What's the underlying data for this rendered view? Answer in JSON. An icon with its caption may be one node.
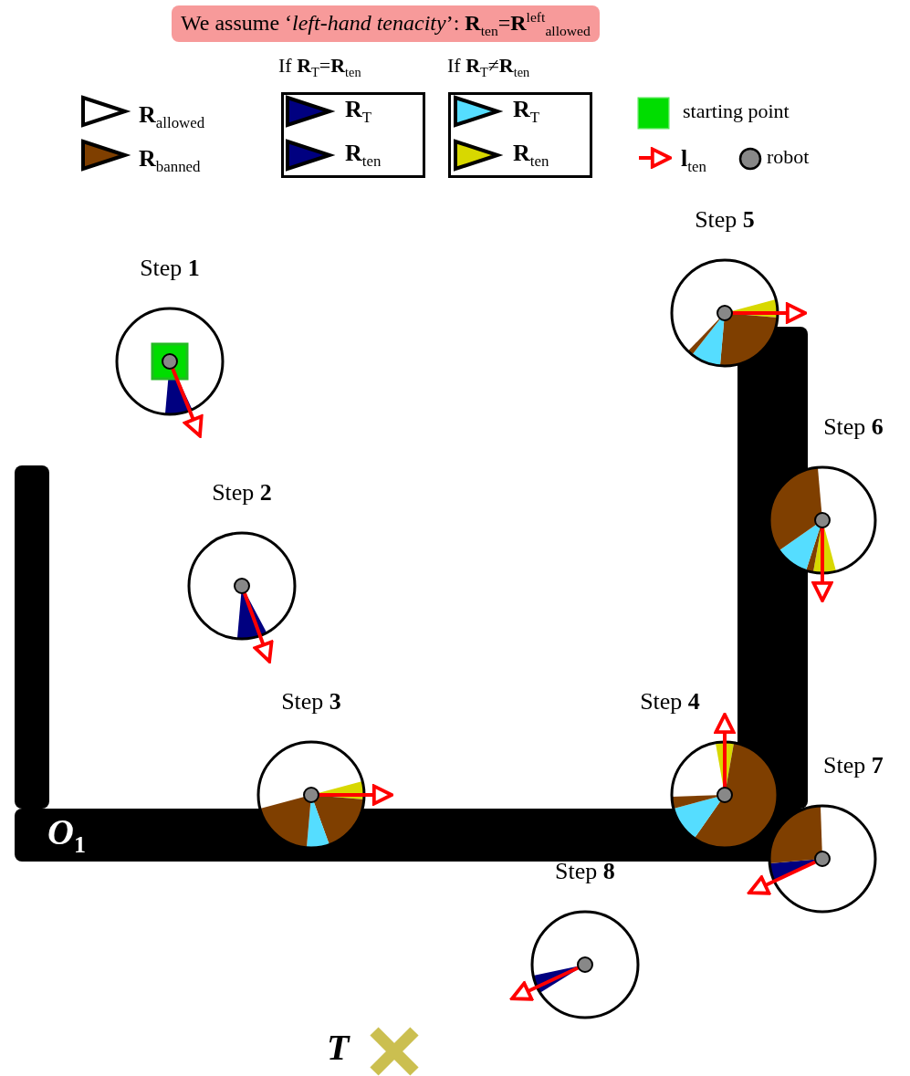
{
  "diagram": {
    "title": "We assume ‘*left-hand tenacity*’: **R**$_{ten}$=**R**$^{left}$$_{allowed}$",
    "nodes": [
      {
        "text": [
          "*O*$_{1}$"
        ]
      },
      {
        "text": [
          "Step **1**"
        ]
      },
      {
        "text": [
          "Step **2**"
        ]
      },
      {
        "text": [
          "Step **3**"
        ]
      },
      {
        "text": [
          "Step **4**"
        ]
      },
      {
        "text": [
          "Step **5**"
        ]
      },
      {
        "text": [
          "Step **6**"
        ]
      },
      {
        "text": [
          "Step **7**"
        ]
      },
      {
        "text": [
          "Step **8**"
        ]
      },
      {
        "text": [],
        "shape": "bar"
      },
      {
        "text": [],
        "shape": "bar"
      }
    ],
    "edges": [],
    "labels": [
      "If **R**$_{T}$=**R**$_{ten}$",
      "If **R**$_{T}$≠**R**$_{ten}$",
      "T"
    ],
    "legend": [
      {
        "text": "**R**$_{allowed}$"
      },
      {
        "text": "**R**$_{banned}$",
        "color": "#7f3f00"
      },
      {
        "text": "**R**$_{T}$",
        "color": "#000080"
      },
      {
        "text": "**R**$_{ten}$",
        "color": "#000080"
      },
      {
        "text": "**R**$_{T}$",
        "color": "#55ddff"
      },
      {
        "text": "**R**$_{ten}$",
        "color": "#d8d800"
      },
      {
        "text": "starting point",
        "color": "#00dd00"
      },
      {
        "text": "**l**$_{ten}$"
      },
      {
        "text": "robot",
        "color": "#888888"
      }
    ]
  }
}
